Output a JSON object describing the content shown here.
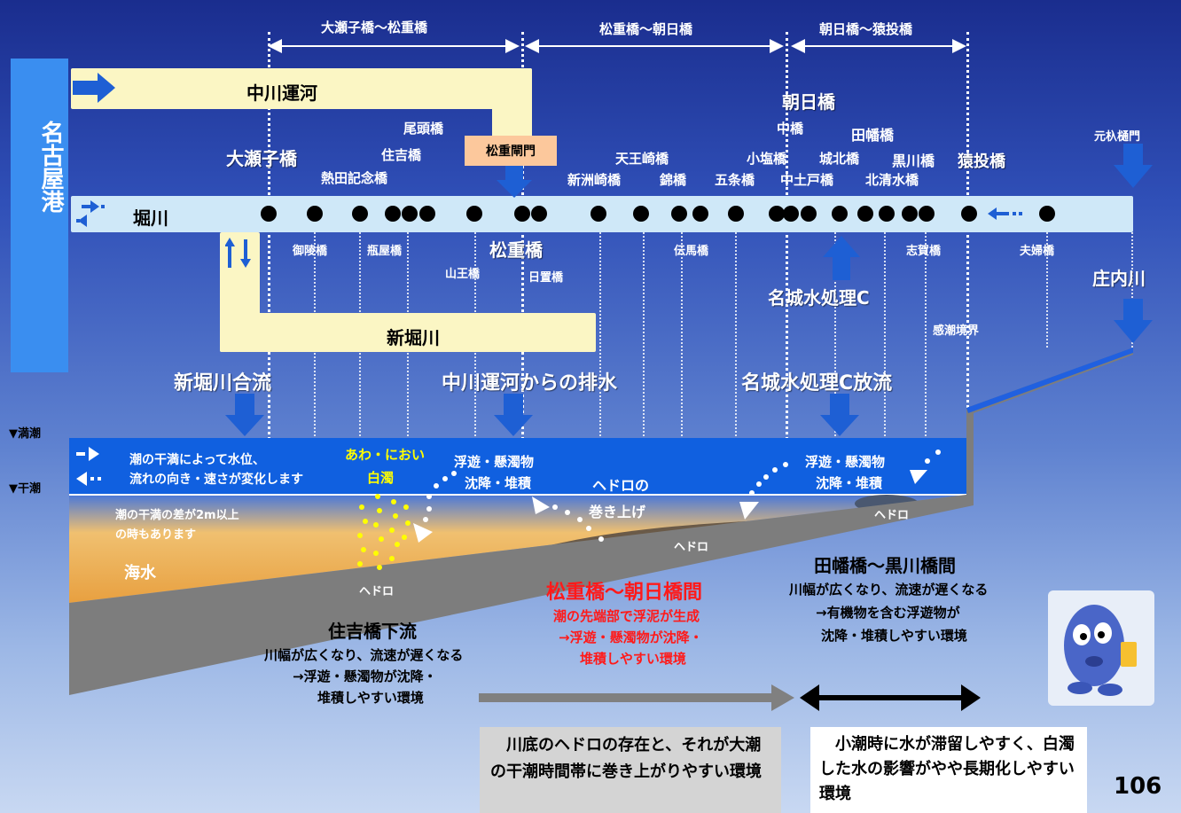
{
  "sections": {
    "s1": "大瀬子橋～松重橋",
    "s2": "松重橋～朝日橋",
    "s3": "朝日橋～猿投橋"
  },
  "port": "名古屋港",
  "canals": {
    "nakagawa": "中川運河",
    "shinhorikawa": "新堀川",
    "horikawa": "堀川"
  },
  "bridges_top": {
    "oseko": "大瀬子橋",
    "atsuta": "熱田記念橋",
    "sumiyoshi": "住吉橋",
    "bitou": "尾頭橋",
    "matsushige_gate": "松重閘門",
    "shinsuzaki": "新洲崎橋",
    "tennozaki": "天王崎橋",
    "nishiki": "錦橋",
    "gojo": "五条橋",
    "koshiose": "小塩橋",
    "asahi": "朝日橋",
    "naka": "中橋",
    "nakadoto": "中土戸橋",
    "meijo": "城北橋",
    "tabata": "田幡橋",
    "kurokawa": "黒川橋",
    "kitashimizu": "北清水橋",
    "sanage": "猿投橋",
    "motokomahi": "元杁樋門"
  },
  "bridges_bottom": {
    "goryo": "御陵橋",
    "heiya": "瓶屋橋",
    "matsushige": "松重橋",
    "sanno": "山王橋",
    "hioki": "日置橋",
    "denma": "伝馬橋",
    "shiga": "志賀橋",
    "fufu": "夫婦橋",
    "meijo_plant": "名城水処理C",
    "shonai": "庄内川",
    "kanchou": "感潮境界"
  },
  "inflows": {
    "shinhorikawa_merge": "新堀川合流",
    "nakagawa_drain": "中川運河からの排水",
    "meijo_discharge": "名城水処理C放流"
  },
  "tide": {
    "high": "▼満潮",
    "low": "▼干潮",
    "note1": "潮の干満によって水位、",
    "note2": "流れの向き・速さが変化します",
    "diff1": "潮の干満の差が2m以上",
    "diff2": "の時もあります",
    "seawater": "海水"
  },
  "water_labels": {
    "bubble": "あわ・におい",
    "turbid": "白濁",
    "float1": "浮遊・懸濁物",
    "settle1": "沈降・堆積",
    "hedoro_of": "ヘドロの",
    "rollup": "巻き上げ",
    "float2": "浮遊・懸濁物",
    "settle2": "沈降・堆積",
    "hedoro1": "ヘドロ",
    "hedoro2": "ヘドロ",
    "hedoro3": "ヘドロ"
  },
  "notes": {
    "sumiyoshi_title": "住吉橋下流",
    "sumiyoshi_l1": "川幅が広くなり、流速が遅くなる",
    "sumiyoshi_l2": "→浮遊・懸濁物が沈降・",
    "sumiyoshi_l3": "堆積しやすい環境",
    "mid_title": "松重橋～朝日橋間",
    "mid_l1": "潮の先端部で浮泥が生成",
    "mid_l2": "→浮遊・懸濁物が沈降・",
    "mid_l3": "堆積しやすい環境",
    "up_title": "田幡橋～黒川橋間",
    "up_l1": "川幅が広くなり、流速が遅くなる",
    "up_l2": "→有機物を含む浮遊物が",
    "up_l3": "沈降・堆積しやすい環境"
  },
  "boxes": {
    "gray": "川底のヘドロの存在と、それが大潮の干潮時間帯に巻き上がりやすい環境",
    "white": "小潮時に水が滞留しやすく、白濁した水の影響がやや長期化しやすい環境"
  },
  "page_number": "106",
  "colors": {
    "river": "#cfe8f8",
    "canal": "#fbf6c4",
    "port": "#3a8ef0",
    "water": "#1060e0",
    "mud": "#6a5a48",
    "red": "#ff1a1a",
    "yellow": "#ffff00"
  }
}
